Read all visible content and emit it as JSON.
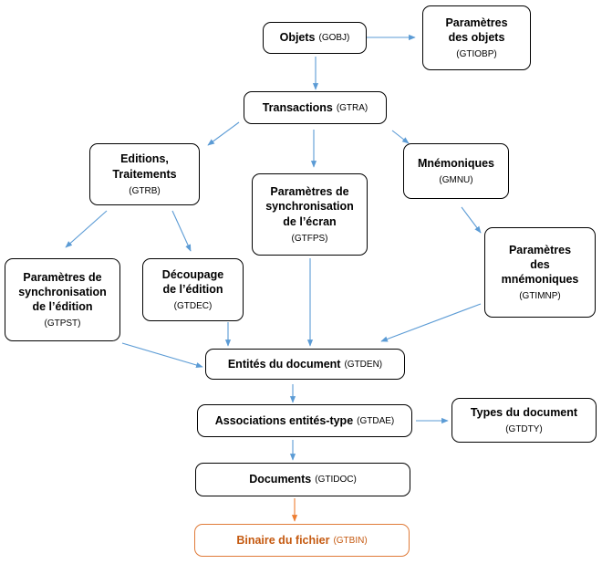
{
  "colors": {
    "arrow": "#5b9bd5",
    "accent_arrow": "#ed7d31",
    "accent_text": "#c55a11",
    "border": "#000000"
  },
  "nodes": {
    "gobj": {
      "label": "Objets",
      "code": "(GOBJ)"
    },
    "gtiobp": {
      "label": "Paramètres\ndes objets",
      "code": "(GTIOBP)"
    },
    "gtra": {
      "label": "Transactions",
      "code": "(GTRA)"
    },
    "gtrb": {
      "label": "Editions,\nTraitements",
      "code": "(GTRB)"
    },
    "gtfps": {
      "label": "Paramètres de\nsynchronisation\nde l’écran",
      "code": "(GTFPS)"
    },
    "gmnu": {
      "label": "Mnémoniques",
      "code": "(GMNU)"
    },
    "gtimnp": {
      "label": "Paramètres\ndes\nmnémoniques",
      "code": "(GTIMNP)"
    },
    "gtpst": {
      "label": "Paramètres de\nsynchronisation\nde l’édition",
      "code": "(GTPST)"
    },
    "gtdec": {
      "label": "Découpage\nde l’édition",
      "code": "(GTDEC)"
    },
    "gtden": {
      "label": "Entités du document",
      "code": "(GTDEN)"
    },
    "gtdae": {
      "label": "Associations entités-type",
      "code": "(GTDAE)"
    },
    "gtdty": {
      "label": "Types du document",
      "code": "(GTDTY)"
    },
    "gtidoc": {
      "label": "Documents",
      "code": "(GTIDOC)"
    },
    "gtbin": {
      "label": "Binaire du fichier",
      "code": "(GTBIN)"
    }
  }
}
